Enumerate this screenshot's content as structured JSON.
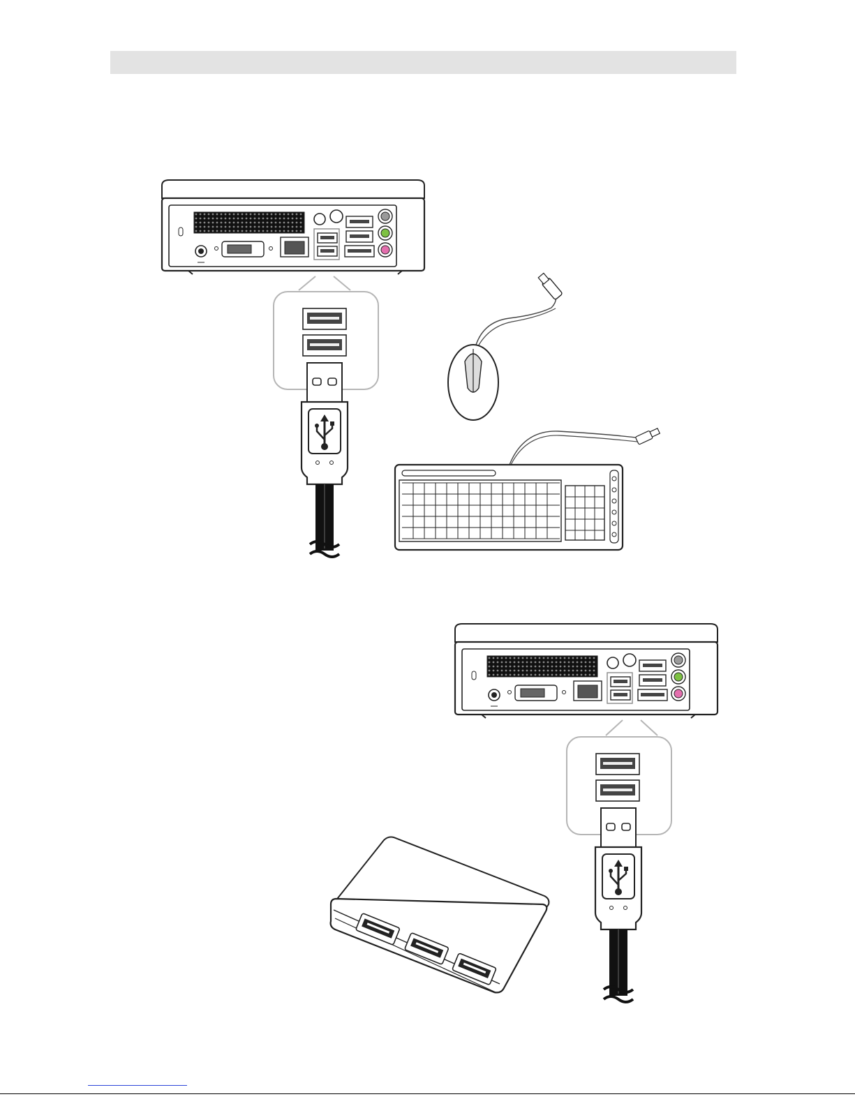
{
  "page": {
    "header_bar_color": "#e3e3e3",
    "footer_link_color": "#2a44d8"
  },
  "figures": [
    {
      "name": "usb-keyboard-mouse-connection",
      "devices": [
        "mini-pc-rear",
        "usb-port-callout",
        "usb-plug",
        "usb-mouse",
        "usb-keyboard"
      ]
    },
    {
      "name": "usb-hub-connection",
      "devices": [
        "mini-pc-rear",
        "usb-port-callout",
        "usb-plug",
        "usb-hub"
      ]
    }
  ],
  "colors": {
    "audio_gray": "#9a9a9a",
    "audio_green": "#7dc142",
    "audio_pink": "#e46fae"
  }
}
